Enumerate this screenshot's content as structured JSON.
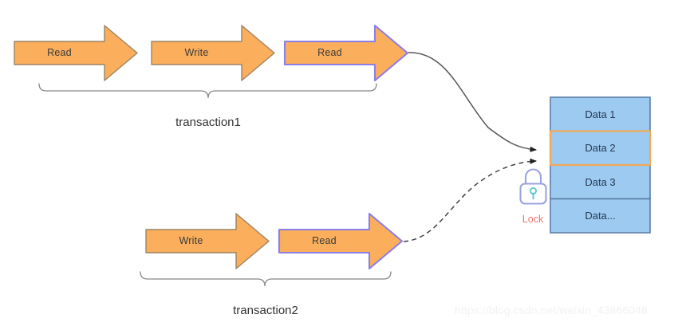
{
  "diagram": {
    "title_watermark": "https://blog.csdn.net/weixin_43866048",
    "colors": {
      "arrow_fill": "#fbae5c",
      "arrow_stroke_plain": "#9c8363",
      "arrow_stroke_highlight": "#8b7fe8",
      "cell_fill": "#9dcaf0",
      "cell_stroke": "#5b7fa6",
      "cell_highlight_stroke": "#f0a854",
      "connector": "#555555",
      "lock_outline": "#9aa3e0",
      "lock_keyhole": "#5ec8d0",
      "lock_text": "#f0736a",
      "brace": "#888888",
      "label_text": "#3a3a3a"
    }
  },
  "transaction1": {
    "label": "transaction1",
    "steps": [
      {
        "label": "Read",
        "highlighted": false
      },
      {
        "label": "Write",
        "highlighted": false
      },
      {
        "label": "Read",
        "highlighted": true
      }
    ]
  },
  "transaction2": {
    "label": "transaction2",
    "steps": [
      {
        "label": "Write",
        "highlighted": false
      },
      {
        "label": "Read",
        "highlighted": true
      }
    ]
  },
  "data_store": {
    "rows": [
      {
        "label": "Data 1",
        "highlighted": false
      },
      {
        "label": "Data 2",
        "highlighted": true
      },
      {
        "label": "Data 3",
        "highlighted": false
      },
      {
        "label": "Data...",
        "highlighted": false
      }
    ]
  },
  "lock": {
    "label": "Lock",
    "icon": "padlock-icon"
  },
  "connectors": [
    {
      "name": "transaction1-read-to-data2",
      "style": "solid"
    },
    {
      "name": "transaction2-read-to-data2",
      "style": "dashed"
    }
  ]
}
